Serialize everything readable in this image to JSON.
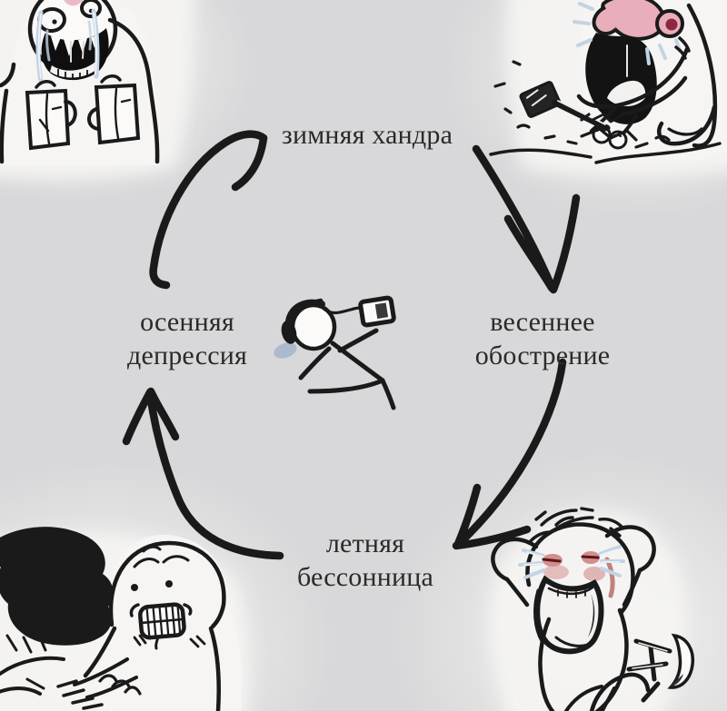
{
  "meta": {
    "type": "meme-cycle-diagram",
    "language": "ru",
    "description": "Seasonal mood cycle meme with rage-comic drawings"
  },
  "colors": {
    "background": "#d8d8da",
    "ink": "#1a1a1a",
    "text": "#2b2a28",
    "paper": "#f6f5f3",
    "face_pink": "#e9aebb",
    "ear_maroon": "#8e2741",
    "tear_blue": "#c2d4e4",
    "eye_red": "#c06060"
  },
  "cycle": {
    "direction": "clockwise",
    "nodes": [
      {
        "id": "winter",
        "label": "зимняя хандра",
        "position": "top"
      },
      {
        "id": "spring",
        "label": "весеннее обострение",
        "position": "right"
      },
      {
        "id": "summer",
        "label": "летняя бессонница",
        "position": "bottom"
      },
      {
        "id": "autumn",
        "label": "осенняя депрессия",
        "position": "left"
      }
    ],
    "edges": [
      {
        "from": "winter",
        "to": "spring"
      },
      {
        "from": "spring",
        "to": "summer"
      },
      {
        "from": "summer",
        "to": "autumn"
      },
      {
        "from": "autumn",
        "to": "winter"
      }
    ]
  },
  "illustrations": {
    "center": "stick figure lying down listening to music player with headphones",
    "top_left": "crying rage face holding two mugs",
    "top_right": "screaming rage character smashing with a hammer",
    "bottom_left": "gritted-teeth grinning character grabbing black-haired person",
    "bottom_right": "wailing crying figure, hands behind head, tipped-over stool"
  }
}
